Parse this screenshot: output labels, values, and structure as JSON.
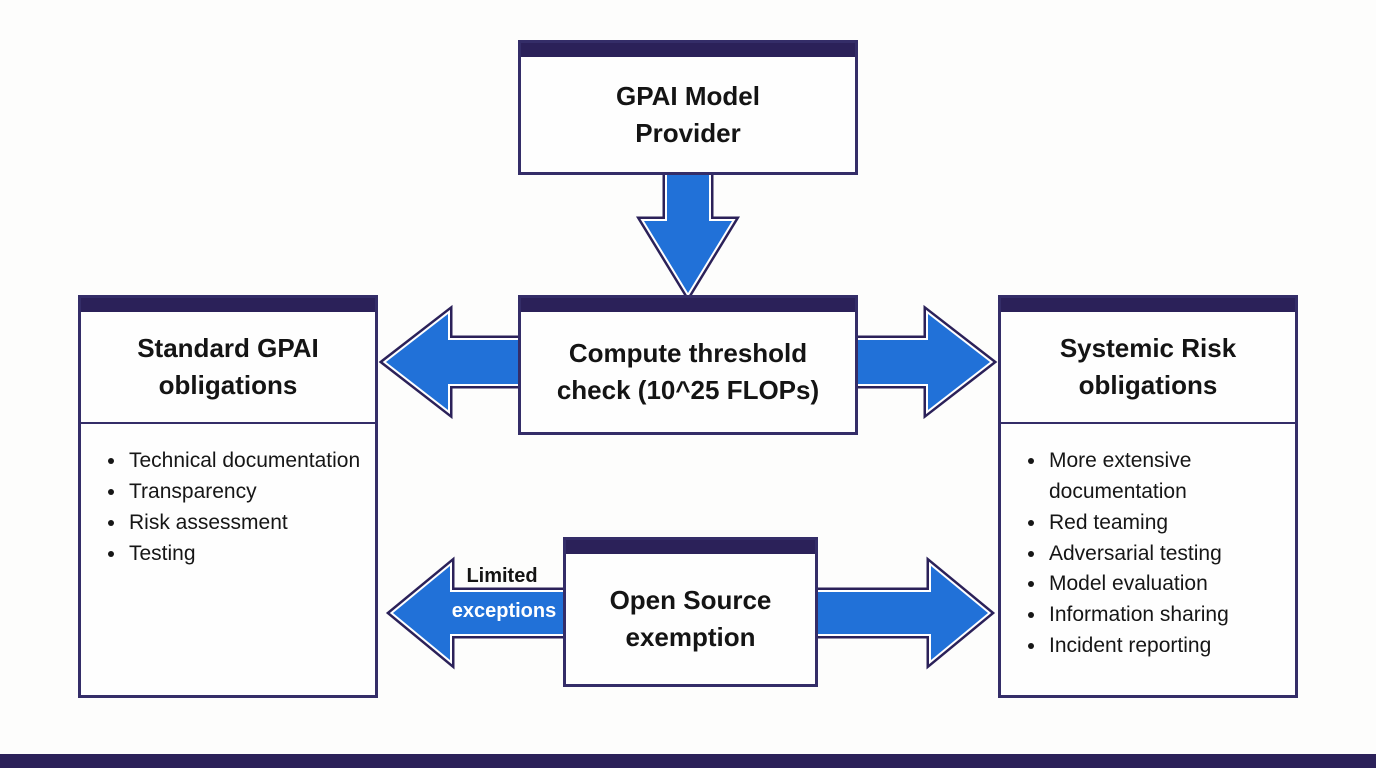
{
  "colors": {
    "navy": "#2b2159",
    "box_border": "#342d68",
    "arrow_blue": "#2171d8",
    "arrow_inner_outline": "#ffffff",
    "text": "#141414",
    "background": "#fdfdfc"
  },
  "nodes": {
    "provider": {
      "title": "GPAI Model Provider"
    },
    "threshold": {
      "title": "Compute threshold check (10^25 FLOPs)"
    },
    "standard": {
      "title": "Standard GPAI obligations",
      "items": [
        "Technical documentation",
        "Transparency",
        "Risk assessment",
        "Testing"
      ]
    },
    "systemic": {
      "title": "Systemic Risk obligations",
      "items": [
        "More extensive documentation",
        "Red teaming",
        "Adversarial testing",
        "Model evaluation",
        "Information sharing",
        "Incident reporting"
      ]
    },
    "open_source": {
      "title": "Open Source exemption"
    }
  },
  "labels": {
    "limited": "Limited",
    "exceptions": "exceptions"
  },
  "icons": {
    "down": "arrow-down-icon",
    "left": "arrow-left-icon",
    "right": "arrow-right-icon",
    "bottom_left": "arrow-left-exceptions-icon",
    "bottom_right": "arrow-right-bottom-icon"
  }
}
